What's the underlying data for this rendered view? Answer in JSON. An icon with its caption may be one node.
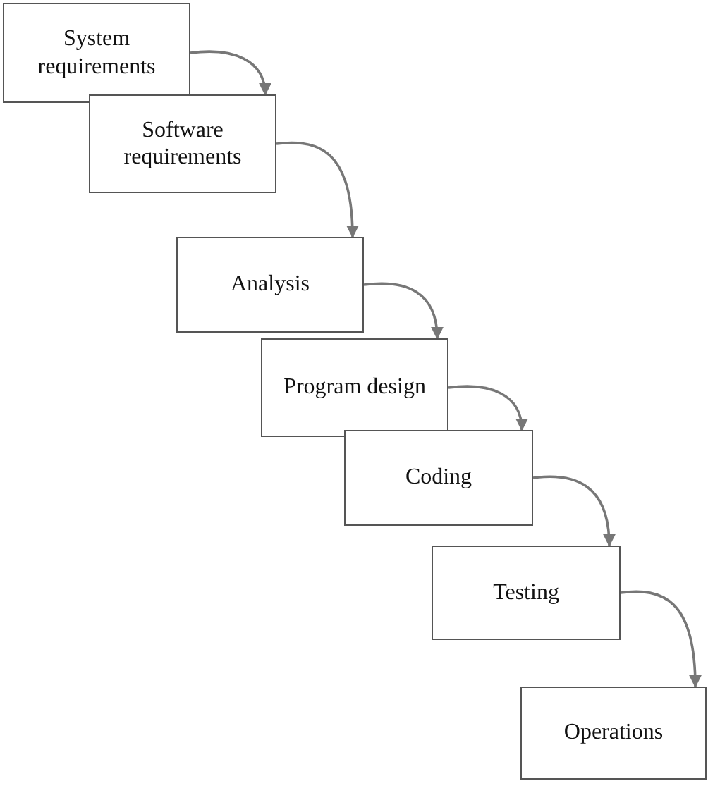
{
  "diagram": {
    "nodes": [
      {
        "text": [
          "System requirements"
        ]
      },
      {
        "text": [
          "Software requirements"
        ]
      },
      {
        "text": [
          "Analysis"
        ]
      },
      {
        "text": [
          "Program design"
        ]
      },
      {
        "text": [
          "Coding"
        ]
      },
      {
        "text": [
          "Testing"
        ]
      },
      {
        "text": [
          "Operations"
        ]
      }
    ],
    "edges": [
      {
        "from": 0,
        "to": 1,
        "arrow": "to"
      },
      {
        "from": 1,
        "to": 2,
        "arrow": "to"
      },
      {
        "from": 2,
        "to": 3,
        "arrow": "to"
      },
      {
        "from": 3,
        "to": 4,
        "arrow": "to"
      },
      {
        "from": 4,
        "to": 5,
        "arrow": "to"
      },
      {
        "from": 5,
        "to": 6,
        "arrow": "to"
      }
    ]
  }
}
